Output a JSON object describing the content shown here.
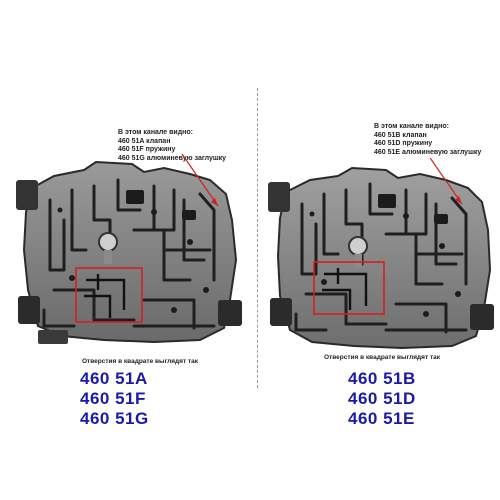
{
  "panels": [
    {
      "note": {
        "line1": "В этом канале видно:",
        "line2": "460 51A  клапан",
        "line3": "460 51F  пружину",
        "line4": "460 51G  алюминевую заглушку"
      },
      "caption": "Отверстия в квадрате выглядят так",
      "codes": [
        "460 51A",
        "460 51F",
        "460 51G"
      ]
    },
    {
      "note": {
        "line1": "В этом канале видно:",
        "line2": "460 51B  клапан",
        "line3": "460 51D  пружину",
        "line4": "460 51E  алюминевую заглушку"
      },
      "caption": "Отверстия в квадрате выглядят так",
      "codes": [
        "460 51B",
        "460 51D",
        "460 51E"
      ]
    }
  ],
  "colors": {
    "code_text": "#1a1aa8",
    "highlight_box": "#d42020",
    "arrow": "#d42020"
  }
}
